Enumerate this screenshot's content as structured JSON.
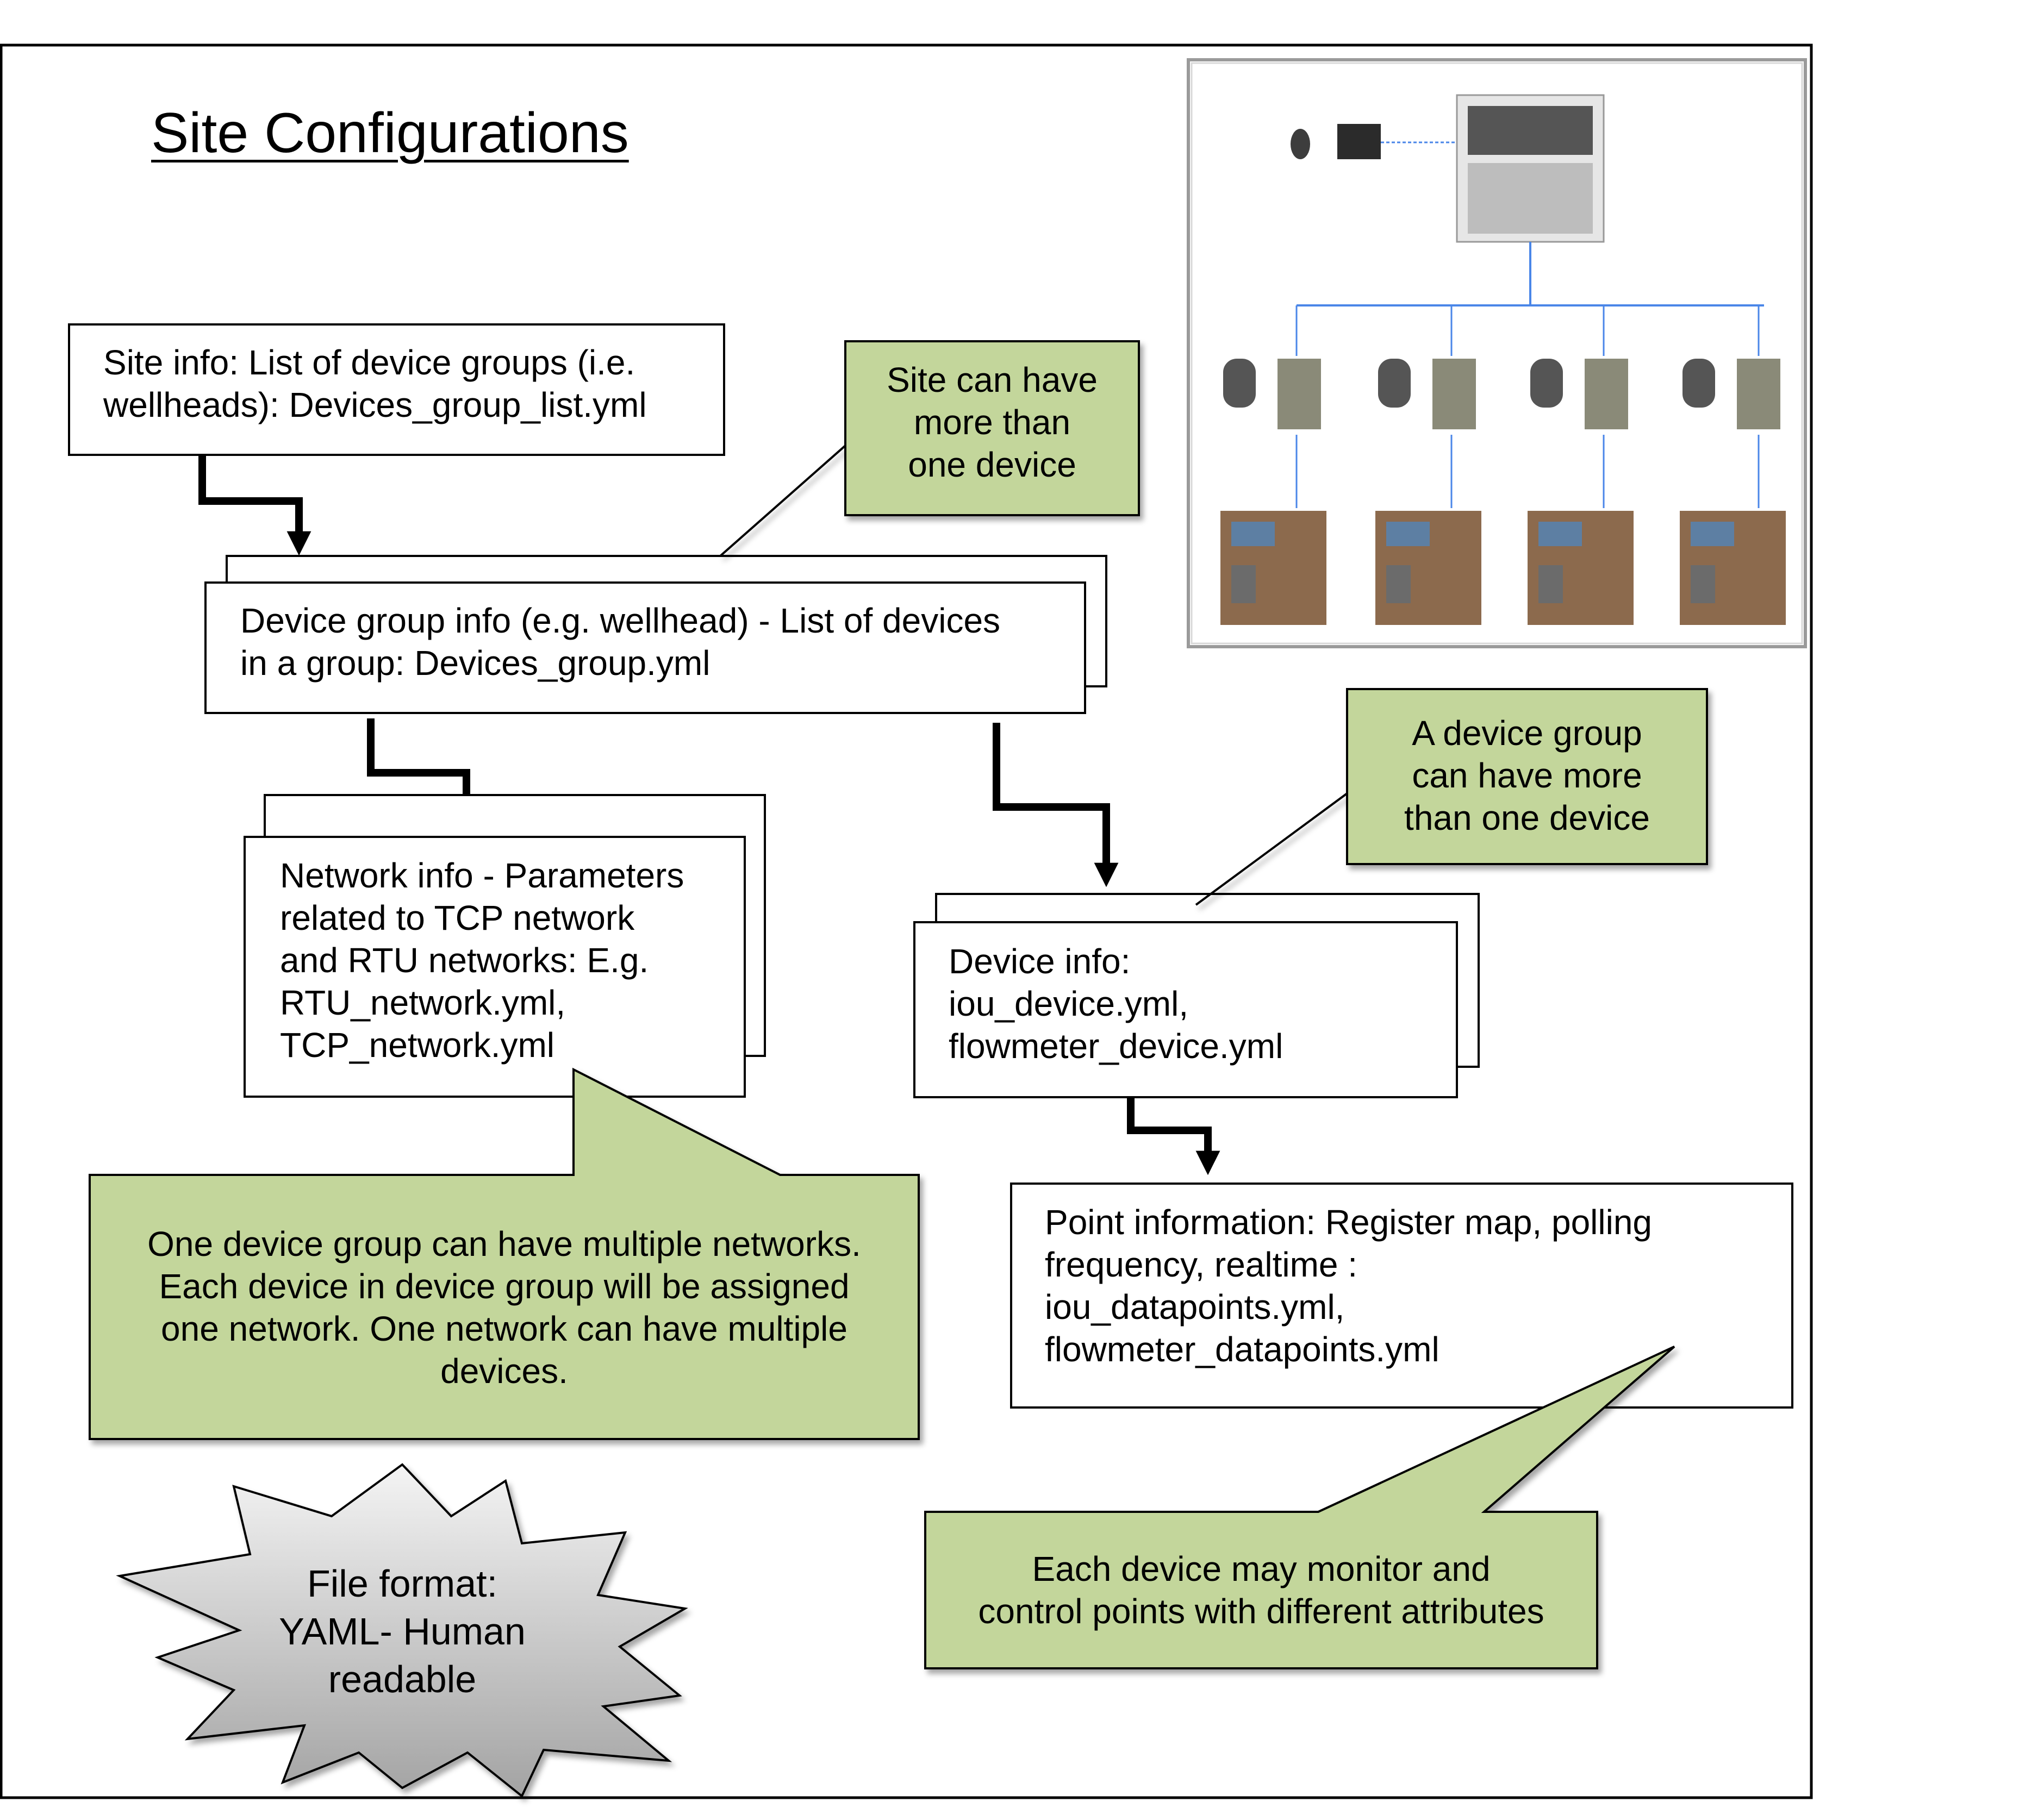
{
  "title": "Site Configurations",
  "boxes": {
    "site_info": "Site info: List of device groups (i.e.\nwellheads): Devices_group_list.yml",
    "device_group": "Device group info (e.g. wellhead) - List of devices\nin a group: Devices_group.yml",
    "network_info": "Network info - Parameters\nrelated to TCP network\nand RTU networks: E.g.\nRTU_network.yml,\nTCP_network.yml",
    "device_info": "Device info:\niou_device.yml,\nflowmeter_device.yml",
    "point_info": "Point information: Register map, polling\nfrequency, realtime :\niou_datapoints.yml,\nflowmeter_datapoints.yml"
  },
  "callouts": {
    "site_devices": "Site can have\nmore than\none device",
    "group_devices": "A device group\ncan have more\nthan one device",
    "networks": "One device group can have multiple networks.\nEach device in device group will be assigned\none network. One network can have multiple\ndevices.",
    "points": "Each device may monitor and\ncontrol points with different attributes"
  },
  "starburst": "File format:\nYAML- Human\nreadable",
  "colors": {
    "callout_fill": "#c3d69b",
    "outline": "#000000",
    "starburst_top": "#f2f2f2",
    "starburst_bottom": "#a6a6a6"
  }
}
